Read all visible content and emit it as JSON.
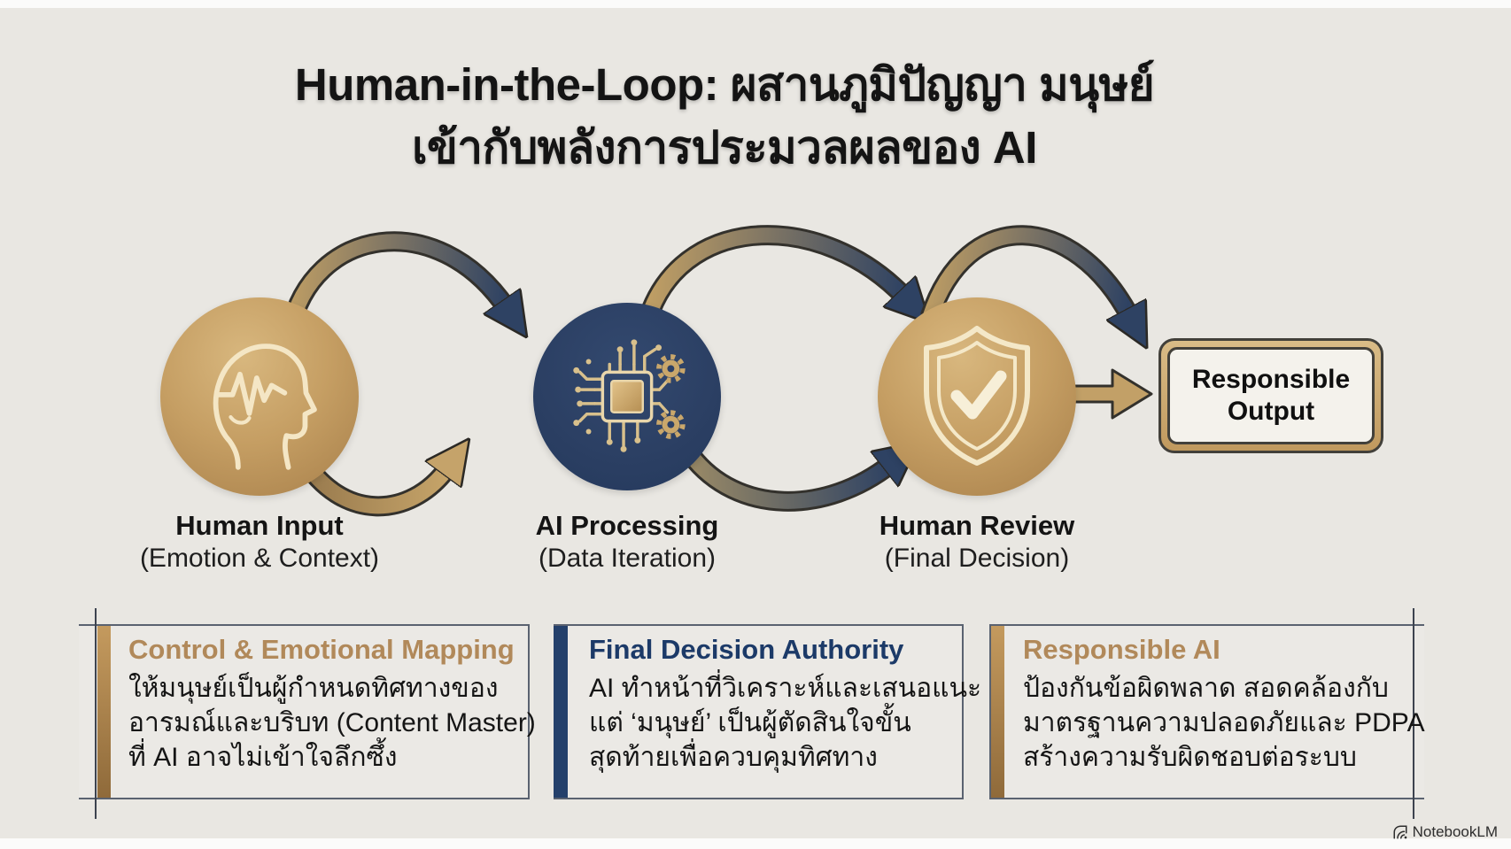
{
  "title": {
    "line1": "Human-in-the-Loop: ผสานภูมิปัญญา มนุษย์",
    "line2": "เข้ากับพลังการประมวลผลของ AI"
  },
  "nodes": [
    {
      "label": "Human Input",
      "sublabel": "(Emotion & Context)",
      "icon": "human-brain-icon",
      "circle_color": "#c19a5f"
    },
    {
      "label": "AI Processing",
      "sublabel": "(Data Iteration)",
      "icon": "ai-chip-icon",
      "circle_color": "#2c4066"
    },
    {
      "label": "Human Review",
      "sublabel": "(Final Decision)",
      "icon": "shield-check-icon",
      "circle_color": "#c19a5f"
    }
  ],
  "output_box": {
    "line1": "Responsible",
    "line2": "Output"
  },
  "cards": [
    {
      "title": "Control & Emotional Mapping",
      "title_color": "#b1895a",
      "accent_color": "#ab8048",
      "body_lines": [
        "ให้มนุษย์เป็นผู้กำหนดทิศทางของ",
        "อารมณ์และบริบท (Content Master)",
        "ที่ AI อาจไม่เข้าใจลึกซึ้ง"
      ]
    },
    {
      "title": "Final Decision Authority",
      "title_color": "#1c3a68",
      "accent_color": "#24406b",
      "body_lines": [
        "AI ทำหน้าที่วิเคราะห์และเสนอแนะ",
        "แต่ ‘มนุษย์’ เป็นผู้ตัดสินใจขั้น",
        "สุดท้ายเพื่อควบคุมทิศทาง"
      ]
    },
    {
      "title": "Responsible AI",
      "title_color": "#b1895a",
      "accent_color": "#ab8048",
      "body_lines": [
        "ป้องกันข้อผิดพลาด สอดคล้องกับ",
        "มาตรฐานความปลอดภัยและ PDPA",
        "สร้างความรับผิดชอบต่อระบบ"
      ]
    }
  ],
  "watermark": {
    "label": "NotebookLM"
  },
  "colors": {
    "background": "#e9e7e2",
    "gold": "#c19a5f",
    "navy": "#2c4066",
    "arrow_outline": "#33312c",
    "text_dark": "#171717"
  }
}
